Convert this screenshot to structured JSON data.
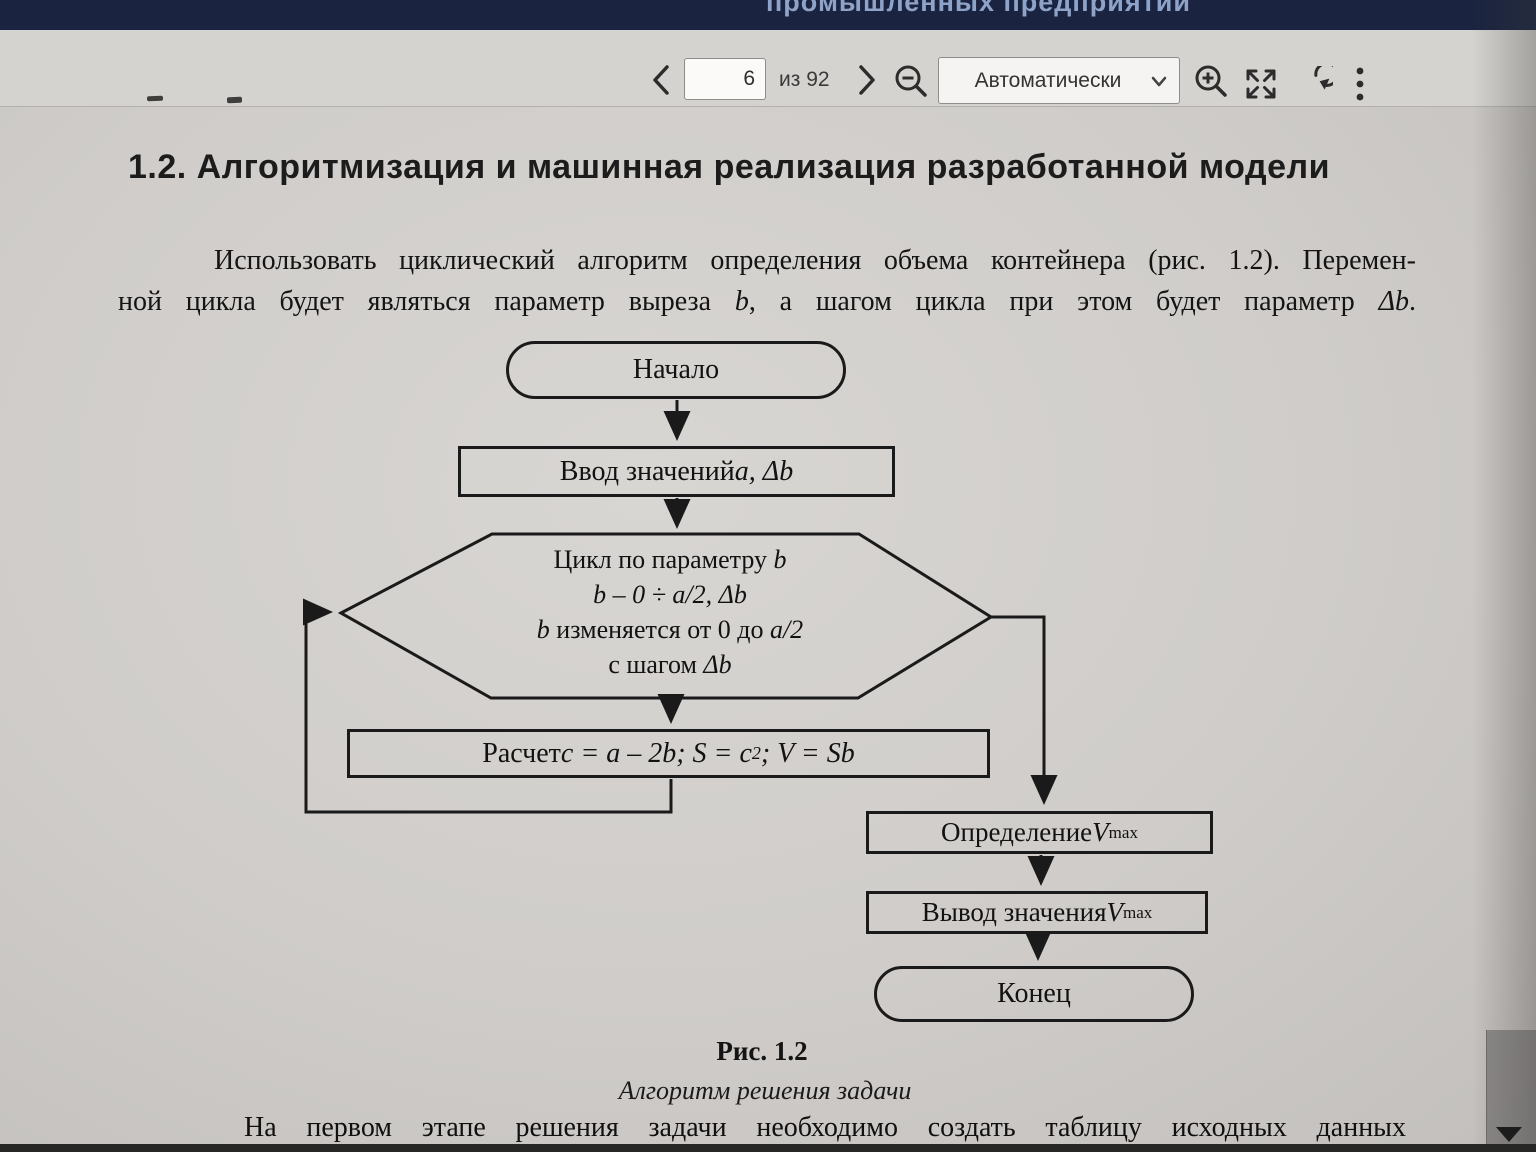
{
  "window": {
    "title_fragment": "промышленных предприятий"
  },
  "toolbar": {
    "page_input": {
      "value": "6"
    },
    "page_count": "из 92",
    "zoom_select": {
      "value": "Автоматически"
    },
    "icons": {
      "prev_page": "chevron-left",
      "next_page": "chevron-right",
      "zoom_out": "magnifier-minus",
      "zoom_in": "magnifier-plus",
      "fullscreen": "expand-arrows",
      "rotate": "rotate-clockwise-arrow",
      "more": "kebab-menu",
      "select_caret": "chevron-down",
      "scroll_down": "triangle-down"
    }
  },
  "page": {
    "heading": "1.2. Алгоритмизация и машинная реализация разработанной модели",
    "intro": {
      "line1": "Использовать циклический алгоритм определения объема контейнера (рис. 1.2). Перемен-",
      "line2_pre": "ной цикла будет являться параметр выреза ",
      "line2_b": "b",
      "line2_mid": ", а шагом цикла при этом будет параметр ",
      "line2_db": "Δb",
      "line2_end": "."
    },
    "flowchart": {
      "start": "Начало",
      "input_pre": "Ввод значений ",
      "input_math": "a, Δb",
      "loop_line1_pre": "Цикл по параметру ",
      "loop_line1_b": "b",
      "loop_line2": "b – 0 ÷ a/2, Δb",
      "loop_line3_b": "b",
      "loop_line3_mid": " изменяется от 0 до ",
      "loop_line3_a": "a/2",
      "loop_line4_pre": "с шагом ",
      "loop_line4_db": "Δb",
      "calc_pre": "Расчет ",
      "calc_m1": "c = a – 2b; S = c",
      "calc_sup": "2",
      "calc_m2": "; V = Sb",
      "findmax_pre": "Определение ",
      "findmax_v": "V",
      "findmax_sub": "max",
      "output_pre": "Вывод значения ",
      "output_v": "V",
      "output_sub": "max",
      "end": "Конец"
    },
    "caption": {
      "figure": "Рис. 1.2",
      "subtitle": "Алгоритм решения задачи"
    },
    "footer": "На первом этапе решения задачи необходимо создать таблицу исходных данных"
  },
  "colors": {
    "header_bg": "#1a2440",
    "header_text": "#8fa3c8",
    "toolbar_bg": "#d5d3d0",
    "page_bg": "#cfccc9",
    "ink": "#1a1a1a"
  }
}
